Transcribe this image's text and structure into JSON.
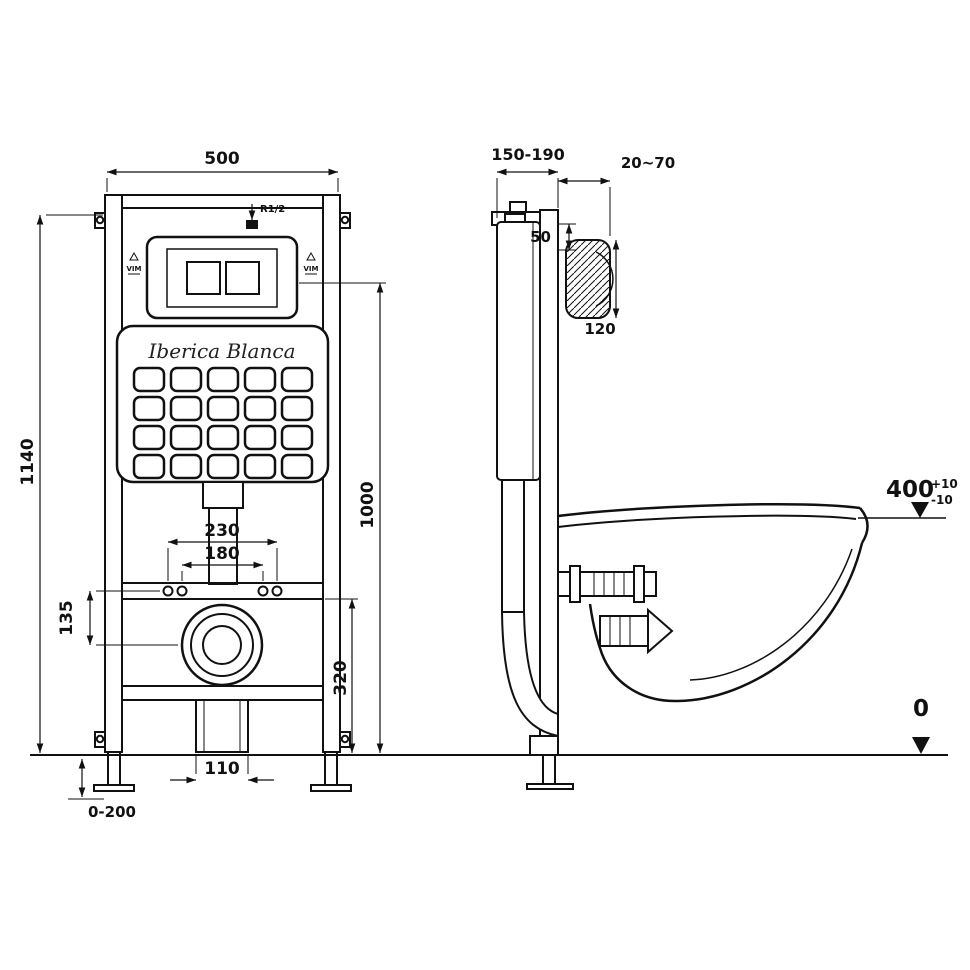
{
  "drawing": {
    "brand_script": "Iberica Blanca",
    "front": {
      "width": "500",
      "height": "1140",
      "flush_height": "1000",
      "bolt_span_outer": "230",
      "bolt_span_inner": "180",
      "bolt_drop": "135",
      "drain_center_height": "320",
      "outlet_width": "110",
      "leg_adjust": "0-200",
      "inlet": "R1/2",
      "side_mark": "VIM"
    },
    "side": {
      "depth": "150-190",
      "finish": "20~70",
      "top_gap": "50",
      "plate": "120",
      "rim_height": "400",
      "tol_up": "+10",
      "tol_down": "-10",
      "floor": "0"
    }
  }
}
